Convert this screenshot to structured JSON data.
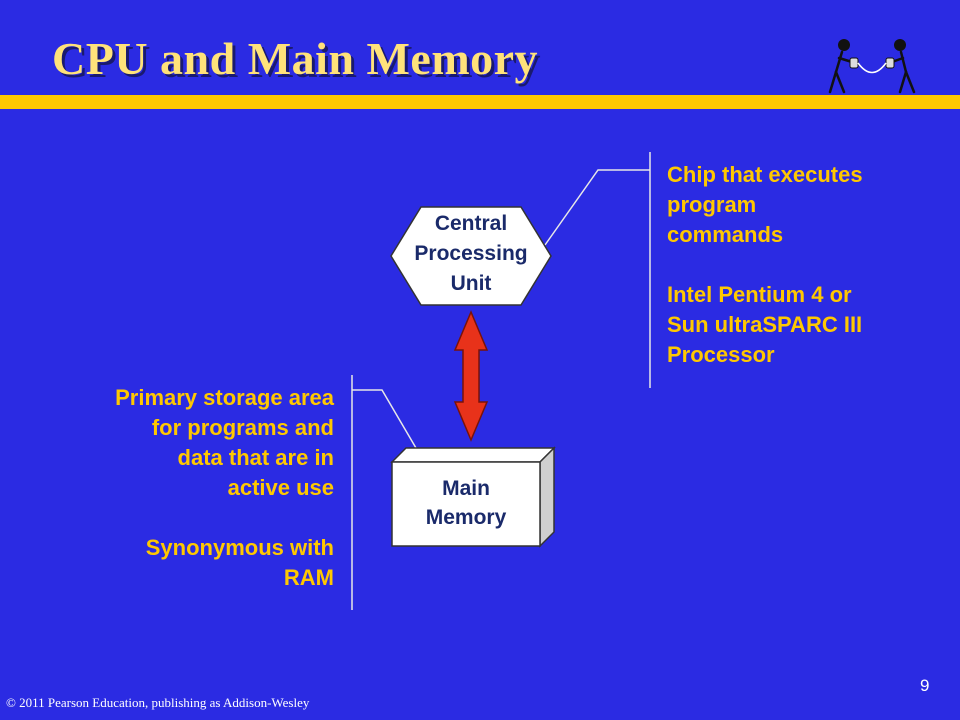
{
  "slide": {
    "title": "CPU and Main Memory",
    "footer": "© 2011 Pearson Education, publishing as Addison-Wesley",
    "page_number": "9"
  },
  "diagram": {
    "cpu": {
      "label_lines": [
        "Central",
        "Processing",
        "Unit"
      ],
      "description": [
        "Chip that executes",
        "program",
        "commands"
      ],
      "examples": [
        "Intel Pentium 4 or",
        "Sun ultraSPARC III",
        "Processor"
      ]
    },
    "memory": {
      "label_lines": [
        "Main",
        "Memory"
      ],
      "description": [
        "Primary storage area",
        "for programs and",
        "data that are in",
        "active use"
      ],
      "synonym": [
        "Synonymous with",
        "RAM"
      ]
    }
  },
  "colors": {
    "background": "#2b2be3",
    "accent": "#ffc800",
    "arrow": "#e8321a"
  },
  "icons": {
    "corner": "two-people-talking-icon"
  }
}
